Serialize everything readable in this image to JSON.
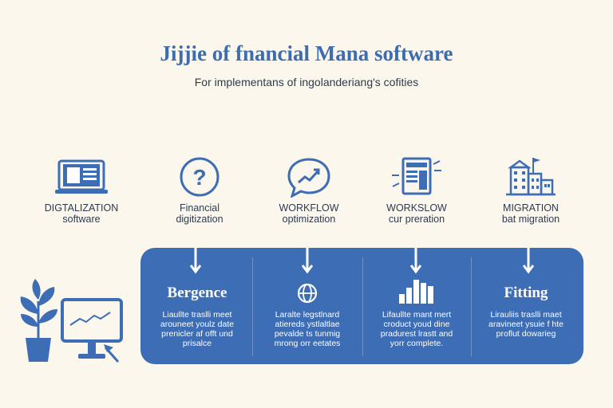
{
  "title": "Jijjie of fnancial Mana software",
  "subtitle": "For implementans of ingolanderiang's cofities",
  "colors": {
    "accent": "#3c6db5",
    "background": "#fbf7ec",
    "text": "#2f3a4f"
  },
  "top_items": [
    {
      "icon": "laptop-document-icon",
      "line1": "DIGTALIZATION",
      "line2": "software"
    },
    {
      "icon": "question-circle-icon",
      "line1": "Financial",
      "line2": "digitization"
    },
    {
      "icon": "chat-trend-icon",
      "line1": "WORKFLOW",
      "line2": "optimization"
    },
    {
      "icon": "document-list-icon",
      "line1": "WORKSLOW",
      "line2": "cur preration"
    },
    {
      "icon": "buildings-icon",
      "line1": "MIGRATION",
      "line2": "bat migration"
    }
  ],
  "columns": [
    {
      "icon": "",
      "heading": "Bergence",
      "lines": [
        "Liaullte traslli meet",
        "arouneet youlz date",
        "prenicler af offt und",
        "prisalce"
      ]
    },
    {
      "icon": "globe-icon",
      "heading": "",
      "lines": [
        "Laralte legstlnard",
        "atiereds ystlaltlae",
        "pevalde ts tunmig",
        "mrong orr eetates"
      ]
    },
    {
      "icon": "bar-chart-icon",
      "heading": "",
      "lines": [
        "Lifaullte mant mert",
        "croduct youd dine",
        "pradurest lrastt and",
        "yorr complete."
      ]
    },
    {
      "icon": "",
      "heading": "Fitting",
      "lines": [
        "Lirauliis traslli maet",
        "aravineet ysuie f hte",
        "proflut dowarieg"
      ]
    }
  ],
  "illustration": {
    "plant": "potted-plant-icon",
    "monitor": "monitor-chart-icon",
    "cursor": "cursor-arrow-icon"
  }
}
